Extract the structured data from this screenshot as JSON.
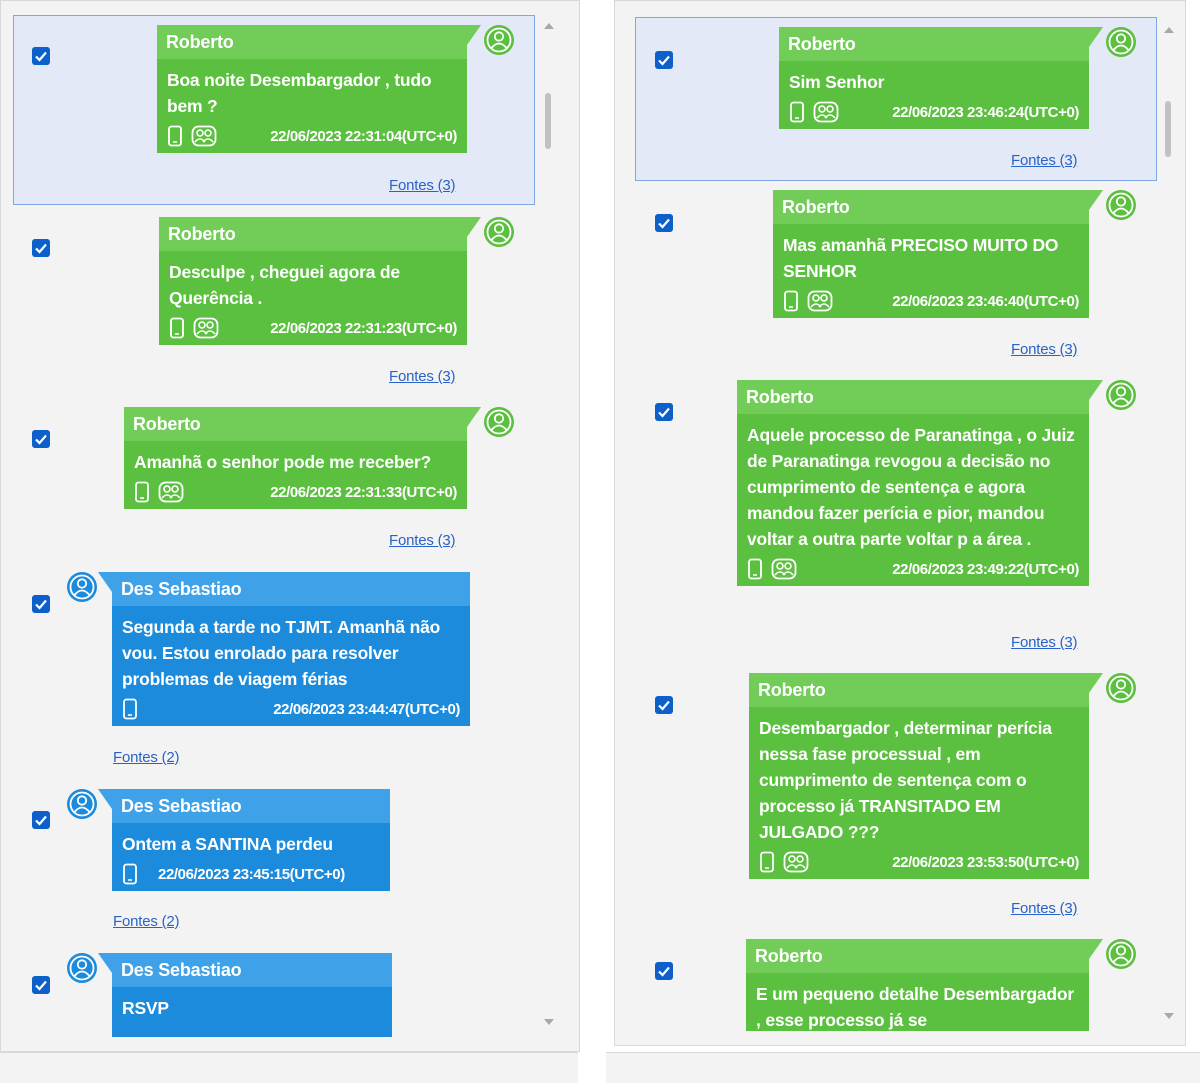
{
  "fonts_label_3": "Fontes (3)",
  "fonts_label_2": "Fontes (2)",
  "colors": {
    "outgoing_header": "#72cc58",
    "outgoing_body": "#5bbf3f",
    "incoming_header": "#3fa2e8",
    "incoming_body": "#1c8bdc",
    "checkbox": "#0d5fc9",
    "link": "#2a63c7",
    "selection": "#e3e9f7"
  },
  "icons": [
    "checkbox-checked-icon",
    "user-avatar-icon",
    "phone-icon",
    "group-chat-icon"
  ],
  "left_panel": {
    "messages": [
      {
        "sender": "Roberto",
        "text": "Boa noite Desembargador , tudo bem ?",
        "timestamp": "22/06/2023 22:31:04(UTC+0)",
        "checked": true,
        "selected": true,
        "sources": "Fontes (3)"
      },
      {
        "sender": "Roberto",
        "text": "Desculpe , cheguei agora de Querência .",
        "timestamp": "22/06/2023 22:31:23(UTC+0)",
        "checked": true,
        "sources": "Fontes (3)"
      },
      {
        "sender": "Roberto",
        "text": "Amanhã o senhor pode me receber?",
        "timestamp": "22/06/2023 22:31:33(UTC+0)",
        "checked": true,
        "sources": "Fontes (3)"
      },
      {
        "sender": "Des Sebastiao",
        "text": "Segunda a tarde no TJMT. Amanhã não vou. Estou enrolado para resolver problemas de viagem férias",
        "timestamp": "22/06/2023 23:44:47(UTC+0)",
        "checked": true,
        "sources": "Fontes (2)"
      },
      {
        "sender": "Des Sebastiao",
        "text": "Ontem a SANTINA perdeu",
        "timestamp": "22/06/2023 23:45:15(UTC+0)",
        "checked": true,
        "sources": "Fontes (2)"
      },
      {
        "sender": "Des Sebastiao",
        "text": "RSVP",
        "checked": true
      }
    ]
  },
  "right_panel": {
    "messages": [
      {
        "sender": "Roberto",
        "text": "Sim Senhor",
        "timestamp": "22/06/2023 23:46:24(UTC+0)",
        "checked": true,
        "selected": true,
        "sources": "Fontes (3)"
      },
      {
        "sender": "Roberto",
        "text": "Mas amanhã PRECISO MUITO DO SENHOR",
        "timestamp": "22/06/2023 23:46:40(UTC+0)",
        "checked": true,
        "sources": "Fontes (3)"
      },
      {
        "sender": "Roberto",
        "text": "Aquele processo de Paranatinga , o Juiz de Paranatinga revogou a decisão no cumprimento de sentença e agora mandou fazer perícia e pior, mandou voltar a outra parte voltar p a área .",
        "timestamp": "22/06/2023 23:49:22(UTC+0)",
        "checked": true,
        "sources": "Fontes (3)"
      },
      {
        "sender": "Roberto",
        "text": "Desembargador , determinar perícia nessa fase processual , em cumprimento de sentença com o processo já TRANSITADO EM JULGADO ???",
        "timestamp": "22/06/2023 23:53:50(UTC+0)",
        "checked": true,
        "sources": "Fontes (3)"
      },
      {
        "sender": "Roberto",
        "text": "E um pequeno detalhe Desembargador , esse processo já se",
        "checked": true
      }
    ]
  }
}
